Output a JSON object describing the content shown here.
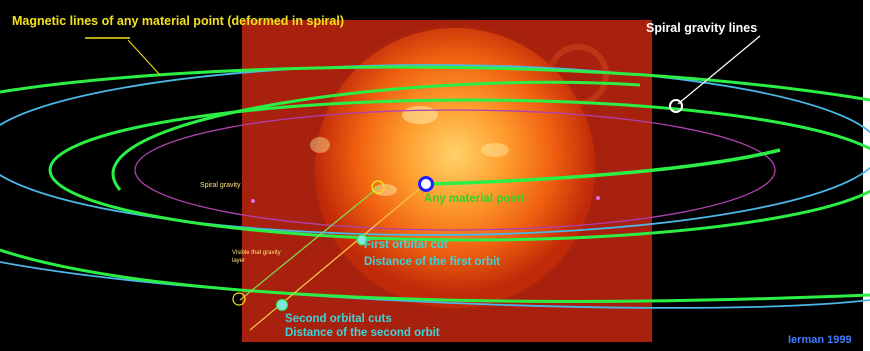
{
  "labels": {
    "title": "Magnetic lines of any material point (deformed in spiral)",
    "spiral_gravity": "Spiral gravity lines",
    "any_point": "Any material point",
    "first_cuts": "First orbital cut",
    "first_distance": "Distance of the first orbit",
    "second_cuts": "Second orbital cuts",
    "second_distance": "Distance of the second orbit",
    "spiral_small": "Spiral gravity",
    "visible_small": "Visible that gravity layer",
    "credit": "Ierman 1999"
  },
  "colors": {
    "background": "#000000",
    "green_orbit": "#2bef45",
    "cyan_orbit": "#4ab8e8",
    "magenta_orbit": "#b040b0",
    "sun_glow": "#ff7a10",
    "sun_panel": "#b5220f",
    "title_text": "#f2e21a",
    "cyan_text": "#3ed3d8",
    "credit_text": "#3f7cff"
  },
  "icons": [
    "sun-image",
    "material-point-marker",
    "orbit-cut-marker",
    "gravity-line-marker"
  ]
}
